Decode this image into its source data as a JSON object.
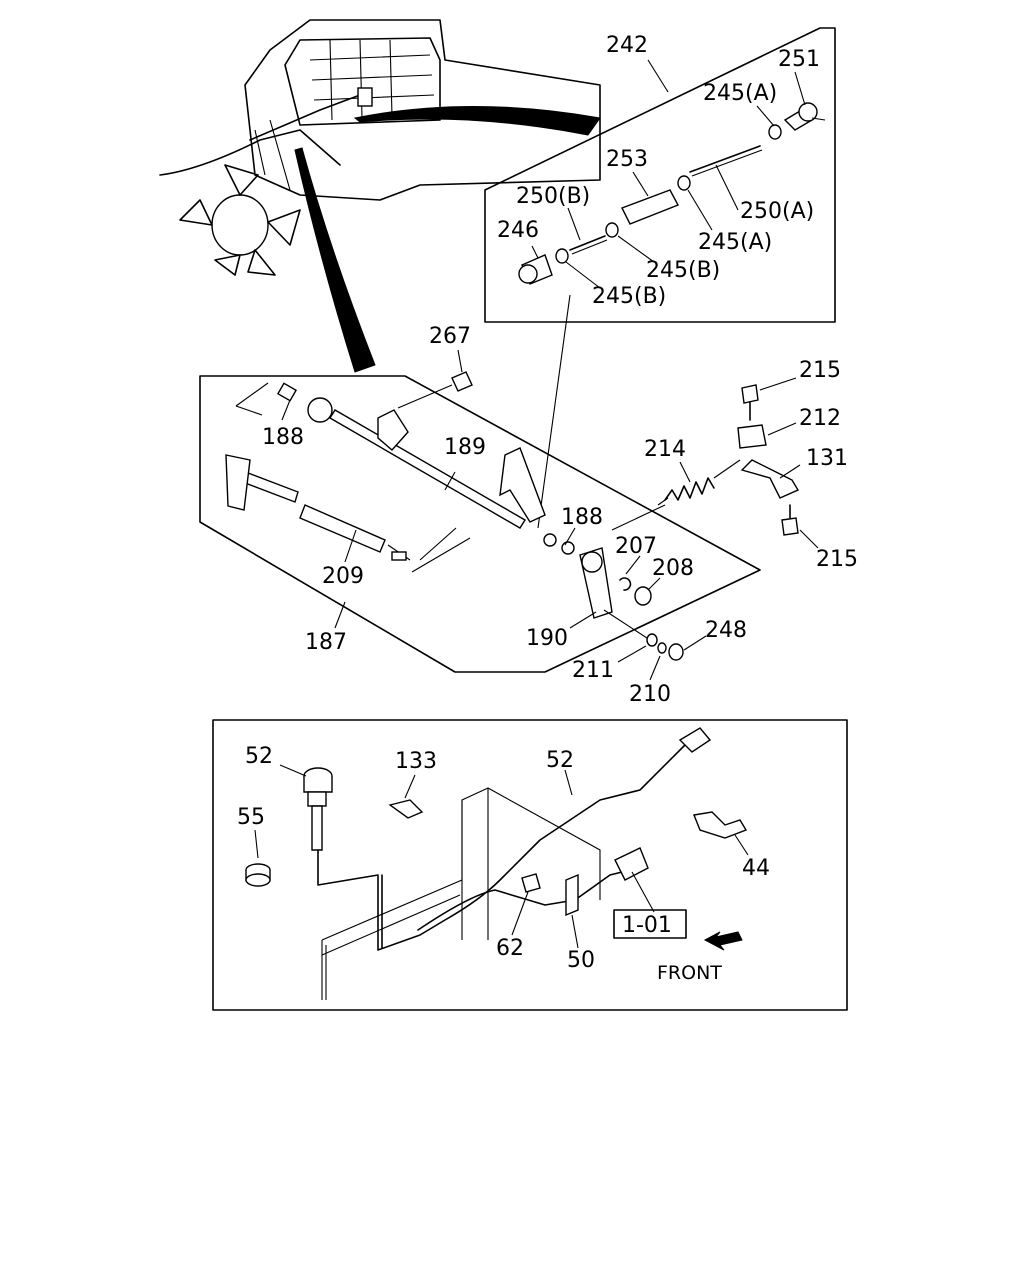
{
  "callouts": {
    "c242": "242",
    "c251": "251",
    "c245a_top": "245(A)",
    "c253": "253",
    "c250b": "250(B)",
    "c250a": "250(A)",
    "c246": "246",
    "c245a_mid": "245(A)",
    "c245b_1": "245(B)",
    "c245b_2": "245(B)",
    "c267": "267",
    "c215_top": "215",
    "c212": "212",
    "c131": "131",
    "c214": "214",
    "c188_left": "188",
    "c189": "189",
    "c188_right": "188",
    "c215_bot": "215",
    "c207": "207",
    "c208": "208",
    "c209": "209",
    "c248": "248",
    "c190": "190",
    "c187": "187",
    "c211": "211",
    "c210": "210",
    "c52_knob": "52",
    "c133": "133",
    "c52_cable": "52",
    "c55": "55",
    "c44": "44",
    "c62": "62",
    "c50": "50"
  },
  "reference_box": "1-01",
  "direction_label": "FRONT"
}
